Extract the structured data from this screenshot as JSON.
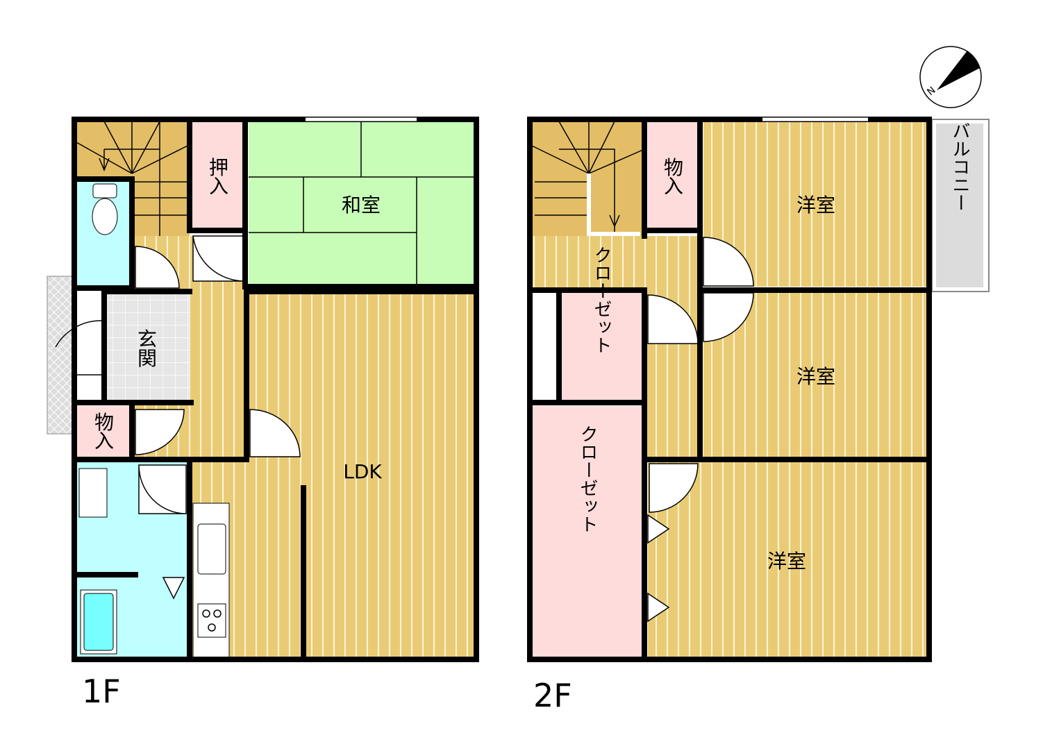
{
  "floors": [
    {
      "label": "1F",
      "rooms": {
        "washitsu": "和室",
        "oshiire": "押入",
        "genkan": "玄関",
        "monoire": "物入",
        "ldk": "LDK"
      }
    },
    {
      "label": "2F",
      "rooms": {
        "monoire": "物入",
        "yoshitsu_top": "洋室",
        "yoshitsu_mid": "洋室",
        "yoshitsu_bottom": "洋室",
        "closet_small": "クローゼット",
        "closet_large": "クローゼット",
        "balcony": "バルコニー"
      }
    }
  ],
  "compass": {
    "label": "N"
  },
  "colors": {
    "wood": "#EACB75",
    "stairs": "#E3BE67",
    "wet": "#BFFFFF",
    "storage": "#FFDCDC",
    "tatami": "#C7FDB7",
    "tile": "#E6E6E6",
    "wall": "#000000"
  }
}
